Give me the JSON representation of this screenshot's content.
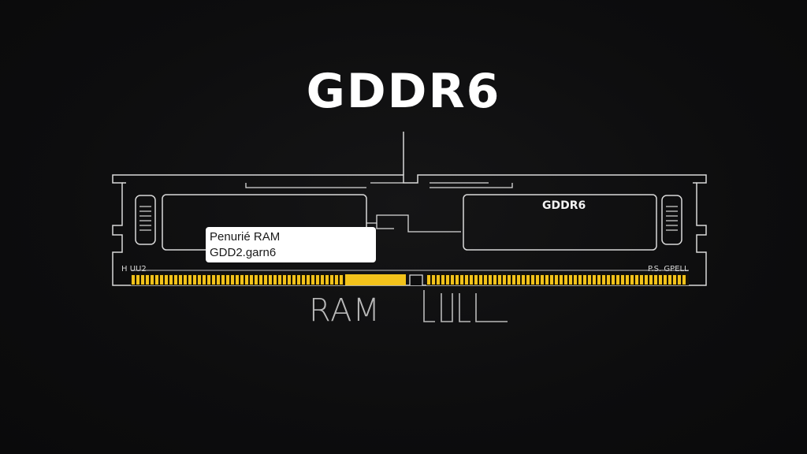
{
  "title": "GDDR6",
  "chip_label": "GDDR6",
  "tag": {
    "line1": "Penurié RAM",
    "line2": "GDD2.garn6"
  },
  "small_label_left": "H UU2",
  "small_label_right": "P.S. GPELL",
  "ram_text": "RAM",
  "colors": {
    "background": "#0d0d0e",
    "outline": "#d9d9d9",
    "contacts": "#f2c21b"
  }
}
